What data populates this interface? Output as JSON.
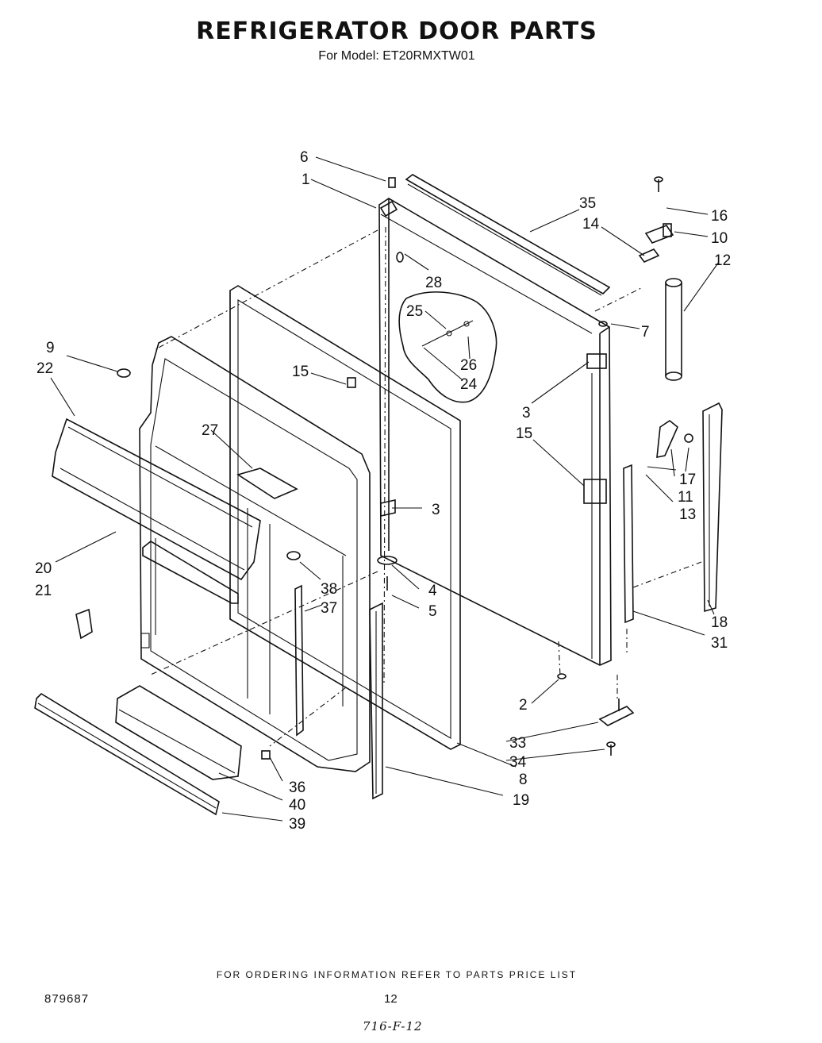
{
  "header": {
    "title": "REFRIGERATOR DOOR PARTS",
    "subtitle": "For Model: ET20RMXTW01"
  },
  "footer": {
    "ordering_note": "FOR ORDERING INFORMATION REFER TO PARTS PRICE LIST",
    "doc_number": "879687",
    "page_number": "12",
    "handwritten_note": "716-F-12"
  },
  "callouts": {
    "c1": "1",
    "c2": "2",
    "c3a": "3",
    "c3b": "3",
    "c4": "4",
    "c5": "5",
    "c6": "6",
    "c7": "7",
    "c8": "8",
    "c9": "9",
    "c10": "10",
    "c11": "11",
    "c12": "12",
    "c13": "13",
    "c14": "14",
    "c15a": "15",
    "c15b": "15",
    "c16": "16",
    "c17": "17",
    "c18": "18",
    "c19": "19",
    "c20": "20",
    "c21": "21",
    "c22": "22",
    "c24": "24",
    "c25": "25",
    "c26": "26",
    "c27": "27",
    "c28": "28",
    "c31": "31",
    "c33": "33",
    "c34": "34",
    "c35": "35",
    "c36": "36",
    "c37": "37",
    "c38": "38",
    "c39": "39",
    "c40": "40"
  }
}
